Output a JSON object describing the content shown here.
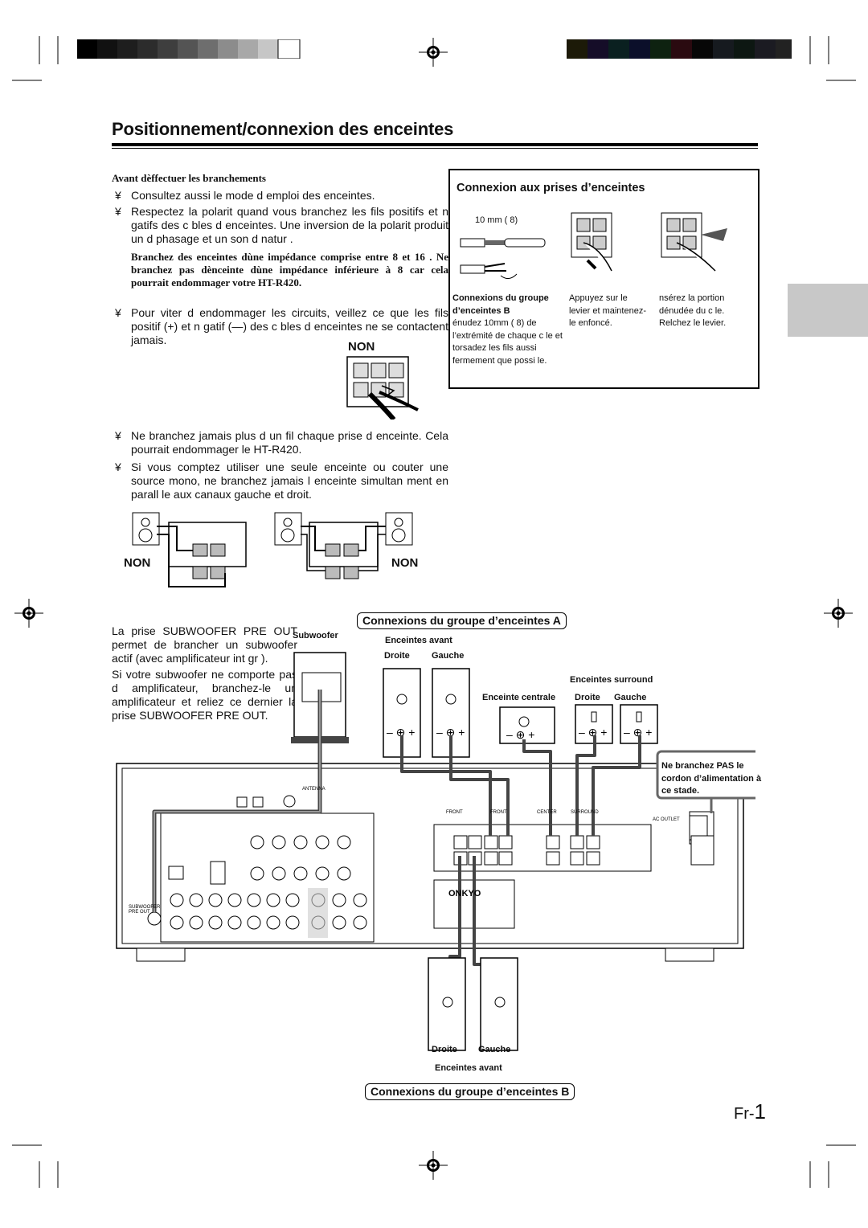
{
  "title": "Positionnement/connexion des enceintes",
  "before": {
    "heading": "Avant dèffectuer les branchements",
    "bullet1": "Consultez aussi le mode d emploi des enceintes.",
    "bullet2": "Respectez la polarit  quand vous branchez les fils positifs et n gatifs des c bles d enceintes. Une inversion de la polarit produit un d phasage et un son d natur .",
    "bold_note": "Branchez des enceintes dùne impédance comprise entre 8 et 16 . Ne branchez pas dènceinte dùne impédance inférieure à 8  car cela pourrait endommager votre HT-R420.",
    "bullet3": "Pour  viter d endommager les circuits, veillez  ce que les fils positif (+) et n gatif (—) des c bles d enceintes ne se contactent jamais.",
    "non_label": "NON",
    "bullet4": "Ne branchez jamais plus d un fil  chaque prise d enceinte. Cela pourrait endommager le HT-R420.",
    "bullet5": "Si vous comptez utiliser une seule enceinte ou  couter une source mono, ne branchez jamais l enceinte simultan ment en parall le aux canaux gauche et droit."
  },
  "bullet_glyph": "¥",
  "terminal_box": {
    "heading": "Connexion aux prises d’enceintes",
    "measure": "10 mm (   8)",
    "col1_title": "Connexions du groupe d’enceintes B",
    "col1_text": "  énudez 10mm (   8) de l’extrémité de chaque c  le et torsadez les fils aussi fermement que possi  le.",
    "col2_text": "Appuyez sur le levier et maintenez-le enfoncé.",
    "col3_text": "  nsérez la portion dénudée du c  le. Relchez le levier."
  },
  "non_left": "NON",
  "non_right": "NON",
  "subwoofer_text": {
    "p1": "La prise SUBWOOFER PRE OUT permet de brancher un subwoofer actif (avec amplificateur int gr ).",
    "p2": "Si votre subwoofer ne comporte pas d amplificateur,  branchez-le   un amplificateur et reliez ce dernier   la prise SUBWOOFER PRE OUT."
  },
  "diagram": {
    "group_a": "Connexions du groupe d’enceintes A",
    "group_b": "Connexions du groupe d’enceintes B",
    "subwoofer": "Subwoofer",
    "front_a": "Enceintes avant",
    "droite": "Droite",
    "gauche": "Gauche",
    "surround": "Enceintes surround",
    "center": "Enceinte centrale",
    "front_b": "Enceintes avant",
    "warning": "Ne branchez PAS le cordon d’alimentation à ce stade.",
    "ac_outlet": "AC OUTLET",
    "brand": "ONKYO",
    "antenna": "ANTENNA"
  },
  "page_number_prefix": "Fr-",
  "page_number": "1",
  "colors": {
    "tab": "#c8c8c8"
  }
}
